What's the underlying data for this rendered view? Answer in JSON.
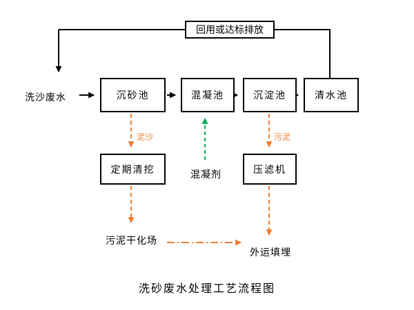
{
  "diagram": {
    "title": "洗砂废水处理工艺流程图",
    "feedback_label": "回用或达标排放",
    "input_label": "洗沙废水",
    "process_boxes": [
      {
        "label": "沉砂池"
      },
      {
        "label": "混凝池"
      },
      {
        "label": "沉淀池"
      },
      {
        "label": "清水池"
      }
    ],
    "treatment_boxes": [
      {
        "label": "定期清挖"
      },
      {
        "label": "压滤机"
      }
    ],
    "flow_labels": {
      "sediment": "泥沙",
      "coagulant": "混凝剂",
      "sludge": "污泥",
      "sludge_drying_field": "污泥干化场",
      "offsite_landfill": "外运填埋"
    },
    "colors": {
      "line": "#000000",
      "orange": "#ed7d31",
      "green": "#00b050"
    }
  }
}
